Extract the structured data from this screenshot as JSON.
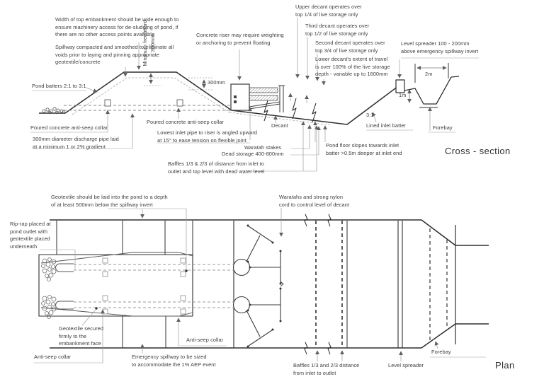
{
  "palette": {
    "ink": "#2f2f2f",
    "leader": "#9a9a9a",
    "dash": "#8a8a8a",
    "text": "#3e3e3e",
    "background": "#ffffff"
  },
  "cross_section": {
    "title": "Cross - section",
    "labels": {
      "width_embankment": "Width of top embankment should be wide enough to\nensure machinery access for de-sludging of pond, if\nthere are no other access points available",
      "spillway_compacted": "Spillway compacted and smoothed to eliminate all\nvoids prior to laying and pinning appropriate\ngeotextile/concrete",
      "pond_batters": "Pond batters 2:1 to 3:1",
      "concrete_riser": "Concrete riser may require weighting\nor anchoring to prevent floating",
      "upper_decant": "Upper decant operates over\ntop 1/4 of live storage only",
      "third_decant": "Third decant operates over\ntop 1/2 of live storage only",
      "second_decant": "Second decant operates over\ntop 3/4 of live storage only",
      "lower_decant": "Lower decant's extent of travel\nis over 100% of the live storage\ndepth - variable up to 1600mm",
      "level_spreader": "Level spreader 100 - 200mm\nabove emergency spillway invert",
      "anti_seep_left": "Poured concrete anti-seep collar",
      "anti_seep_mid": "Poured concrete anti-seep collar",
      "discharge_pipe": "300mm diameter discharge pipe laid\nat a minimum 1 or 2% gradient",
      "lowest_inlet": "Lowest inlet pipe to riser is angled upward\nat 15° to ease tension on flexible joint",
      "waratah_stakes": "Waratah stakes",
      "dead_storage": "Dead storage 400-800mm",
      "baffles": "Baffles 1/3 & 2/3 of distance from inlet to\noutlet and top level with dead water level",
      "decant": "Decant",
      "slope_ratio": "3:1",
      "lined_inlet_batter": "Lined inlet batter",
      "forebay": "Forebay",
      "pond_floor": "Pond floor slopes towards inlet\nbatter >0.5m deeper at inlet end"
    },
    "dimensions": {
      "freeboard": "Minimum freeboard\n300mm",
      "offset_300mm": "300mm",
      "forebay_width": "2m",
      "forebay_depth": "1m"
    }
  },
  "plan": {
    "title": "Plan",
    "labels": {
      "geotextile_laid": "Geotextile should be laid into the pond to a depth\nof at least 500mm below the spillway invert",
      "rip_rap": "Rip-rap placed at\npond outlet with\ngeotextile placed\nunderneath",
      "waratahs_cord": "Waratahs and strong nylon\ncord to control level of decant",
      "geotextile_secured": "Geotextile secured\nfirmly to the\nembankment face",
      "anti_seep_left": "Anti-seep collar",
      "anti_seep_right": "Anti-seep collar",
      "emergency_spillway": "Emergency spillway to be sized\nto accommodate the 1% AEP event",
      "baffles": "Baffles 1/3 and 2/3 distance\nfrom inlet to outlet",
      "level_spreader": "Level spreader",
      "forebay": "Forebay"
    }
  }
}
